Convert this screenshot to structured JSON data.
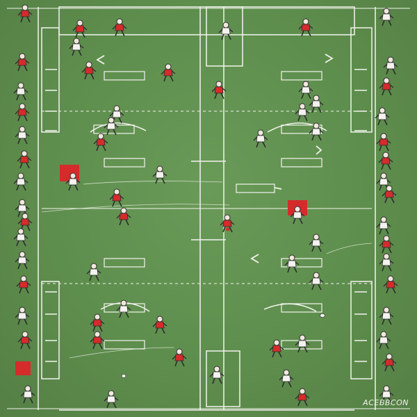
{
  "scene": {
    "title": "",
    "colors": {
      "turf": "#5f8f4e",
      "lines": "#f4f4f0",
      "team_red": "#d52b2b",
      "player_outline": "#2d2d2d"
    },
    "signature_text": "ACEBBCON"
  },
  "players": [
    {
      "id": 1,
      "team": "red"
    },
    {
      "id": 2,
      "team": "red"
    },
    {
      "id": 3,
      "team": "red"
    },
    {
      "id": 4,
      "team": "white"
    },
    {
      "id": 5,
      "team": "red"
    },
    {
      "id": 6,
      "team": "white"
    },
    {
      "id": 7,
      "team": "red"
    },
    {
      "id": 8,
      "team": "white"
    },
    {
      "id": 9,
      "team": "red"
    },
    {
      "id": 10,
      "team": "white"
    },
    {
      "id": 11,
      "team": "red"
    },
    {
      "id": 12,
      "team": "white"
    }
  ]
}
